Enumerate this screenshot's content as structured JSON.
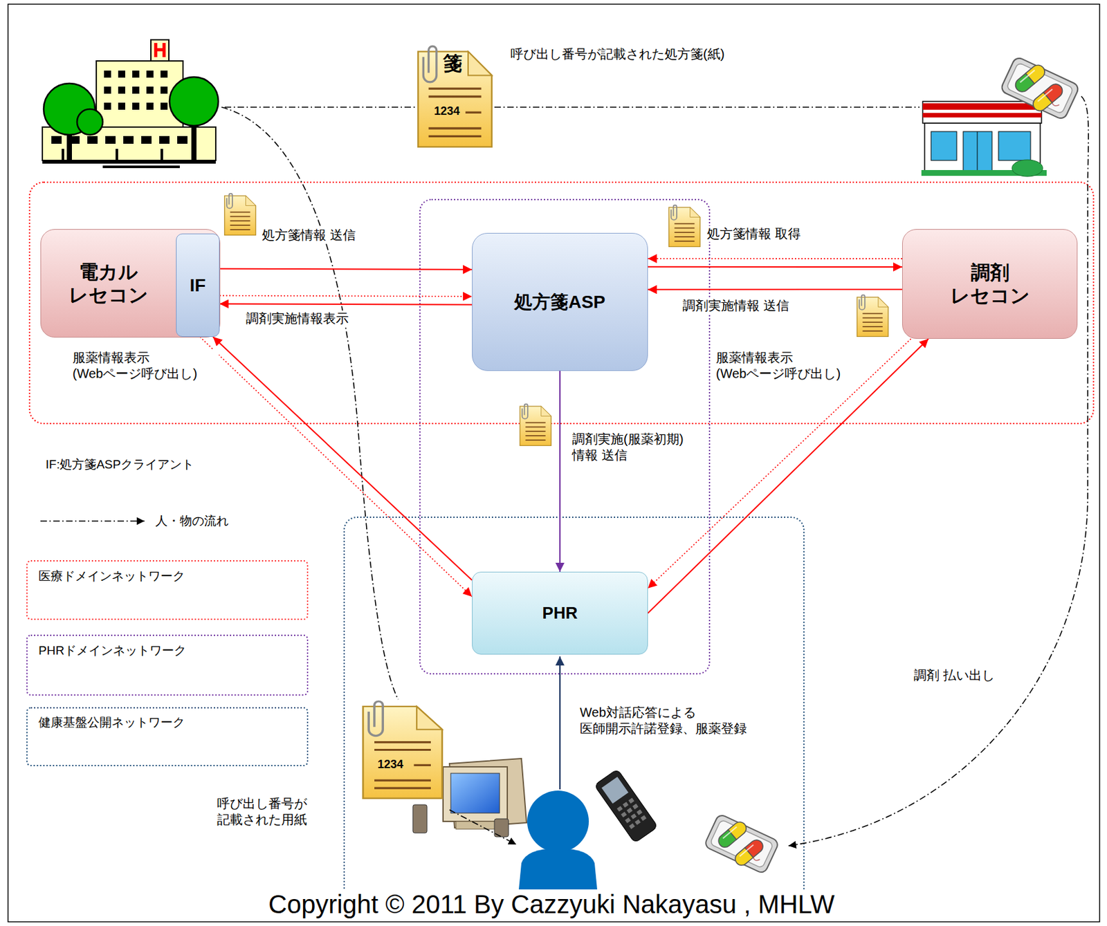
{
  "diagram": {
    "nodes": [
      {
        "text": [
          "電カル レセコン"
        ]
      },
      {
        "text": [
          "IF"
        ],
        "in": 0
      },
      {
        "text": [
          "処方箋ASP"
        ]
      },
      {
        "text": [
          "調剤 レセコン"
        ]
      },
      {
        "text": [
          "PHR"
        ]
      }
    ],
    "edges": [
      {
        "from": 1,
        "to": 2,
        "arrow": "to",
        "label": "処方箋情報 送信"
      },
      {
        "from": 1,
        "to": 2,
        "arrow": "to"
      },
      {
        "from": 2,
        "to": 1,
        "arrow": "to",
        "label": "調剤実施情報表示"
      },
      {
        "from": 3,
        "to": 2,
        "arrow": "to"
      },
      {
        "from": 2,
        "to": 3,
        "arrow": "to",
        "label": "処方箋情報 取得"
      },
      {
        "from": 3,
        "to": 2,
        "arrow": "to",
        "label": "調剤実施情報 送信"
      },
      {
        "from": 2,
        "to": 4,
        "arrow": "to",
        "label": "調剤実施(服薬初期) 情報 送信"
      },
      {
        "from": 4,
        "to": 1,
        "arrow": "to",
        "label": "服薬情報表示 (Webページ呼び出し)"
      },
      {
        "from": 1,
        "to": 4,
        "arrow": "to"
      },
      {
        "from": 3,
        "to": 4,
        "arrow": "to"
      },
      {
        "from": 4,
        "to": 3,
        "arrow": "to",
        "label": "服薬情報表示 (Webページ呼び出し)"
      }
    ],
    "labels": [
      "呼び出し番号が記載された処方箋(紙)",
      "箋",
      "1234",
      "IF:処方箋ASPクライアント",
      "呼び出し番号が 記載された用紙",
      "1234",
      "Web対話応答による 医師開示許諾登録、服薬登録",
      "調剤 払い出し",
      "Copyright © 2011 By Cazzyuki Nakayasu , MHLW"
    ],
    "legend": [
      {
        "text": "人・物の流れ"
      },
      {
        "text": "医療ドメインネットワーク"
      },
      {
        "text": "PHRドメインネットワーク"
      },
      {
        "text": "健康基盤公開ネットワーク"
      }
    ]
  }
}
